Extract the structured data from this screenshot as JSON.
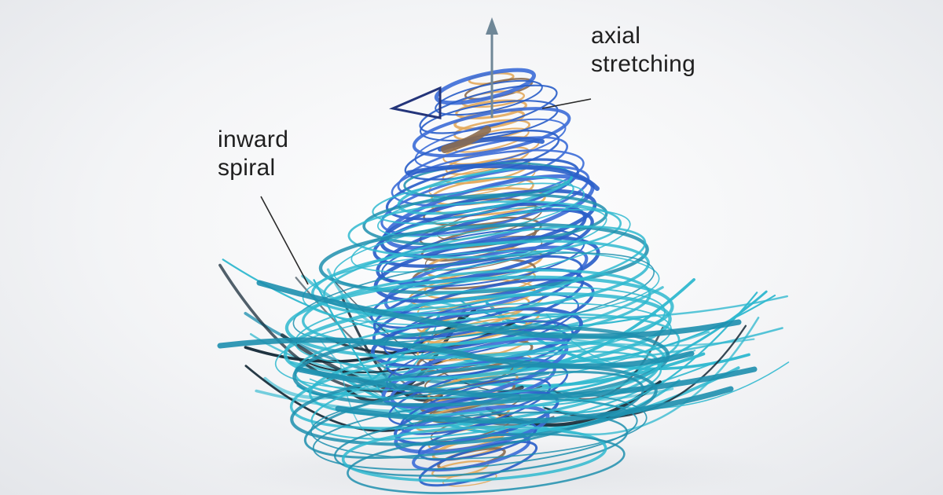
{
  "annotations": {
    "axial": {
      "line1": "axial",
      "line2": "stretching"
    },
    "inward": {
      "line1": "inward",
      "line2": "spiral"
    }
  },
  "colors": {
    "background": "#eef0f3",
    "cyan_streamlines": "#2fb8cf",
    "teal_streamlines": "#1e8fae",
    "blue_streamlines": "#2b5fc9",
    "core_streamlines": "#e2a85c",
    "brown_streamlines": "#8a6a4f",
    "axis_arrow": "#6f8797",
    "leader_line": "#2a2a2a"
  },
  "icons": {
    "axis": "upward-arrow-icon"
  }
}
